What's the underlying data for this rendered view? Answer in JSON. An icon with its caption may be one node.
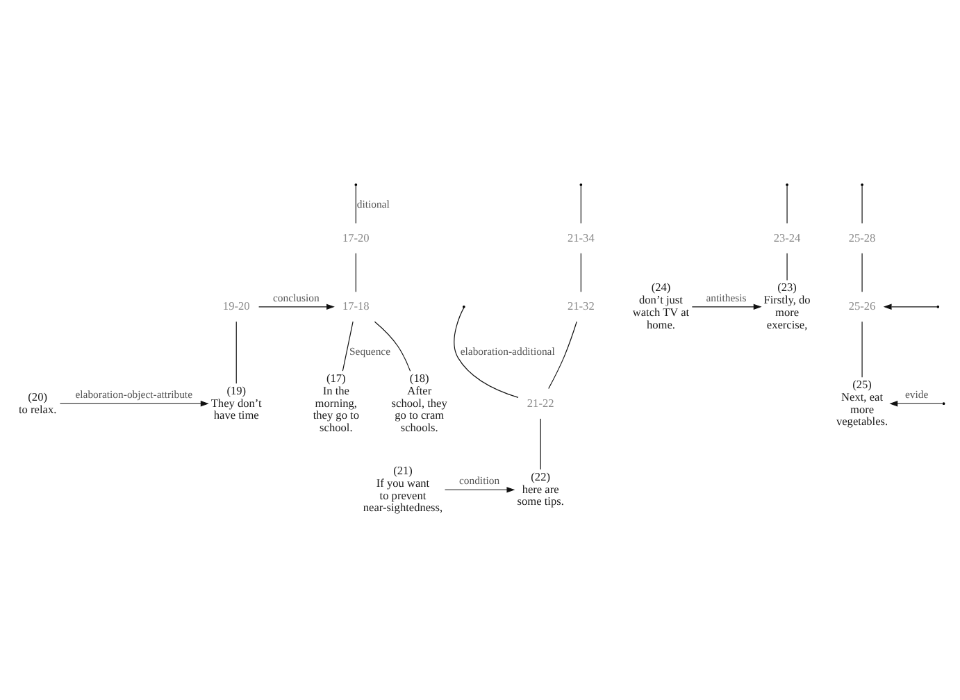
{
  "diagram": {
    "nodes": [
      {
        "text": [
          "17-20"
        ]
      },
      {
        "text": [
          "17-18"
        ]
      },
      {
        "text": [
          "19-20"
        ]
      },
      {
        "text": [
          "(17)",
          "In the morning, they go to school."
        ]
      },
      {
        "text": [
          "(18)",
          "After school, they go to cram schools."
        ]
      },
      {
        "text": [
          "(19)",
          "They don’t have time"
        ]
      },
      {
        "text": [
          "(20)",
          "to relax."
        ]
      },
      {
        "text": [
          "21-34"
        ]
      },
      {
        "text": [
          "21-32"
        ]
      },
      {
        "text": [
          "21-22"
        ]
      },
      {
        "text": [
          "(21)",
          "If you want to prevent near-sightedness,"
        ]
      },
      {
        "text": [
          "(22)",
          "here are some tips."
        ]
      },
      {
        "text": [
          "23-24"
        ]
      },
      {
        "text": [
          "(23)",
          "Firstly, do more exercise,"
        ]
      },
      {
        "text": [
          "(24)",
          "don’t just watch TV at home."
        ]
      },
      {
        "text": [
          "25-28"
        ]
      },
      {
        "text": [
          "25-26"
        ]
      },
      {
        "text": [
          "(25)",
          "Next, eat more vegetables."
        ]
      }
    ],
    "edges": [
      {
        "from": null,
        "to": 0,
        "arrow": "none",
        "label": "ditional"
      },
      {
        "from": 0,
        "to": 1,
        "arrow": "none"
      },
      {
        "from": 2,
        "to": 1,
        "arrow": "to",
        "label": "conclusion"
      },
      {
        "from": 1,
        "to": 3,
        "arrow": "none",
        "label": "Sequence"
      },
      {
        "from": 1,
        "to": 4,
        "arrow": "none"
      },
      {
        "from": 2,
        "to": 5,
        "arrow": "none"
      },
      {
        "from": 6,
        "to": 5,
        "arrow": "to",
        "label": "elaboration-object-attribute"
      },
      {
        "from": null,
        "to": 7,
        "arrow": "none"
      },
      {
        "from": 7,
        "to": 8,
        "arrow": "none"
      },
      {
        "from": 8,
        "to": 9,
        "arrow": "none"
      },
      {
        "from": null,
        "to": 9,
        "arrow": "none",
        "label": "elaboration-additional"
      },
      {
        "from": 9,
        "to": 11,
        "arrow": "none"
      },
      {
        "from": 10,
        "to": 11,
        "arrow": "to",
        "label": "condition"
      },
      {
        "from": null,
        "to": 12,
        "arrow": "none"
      },
      {
        "from": 12,
        "to": 13,
        "arrow": "none"
      },
      {
        "from": 14,
        "to": 13,
        "arrow": "to",
        "label": "antithesis"
      },
      {
        "from": null,
        "to": 15,
        "arrow": "none"
      },
      {
        "from": 15,
        "to": 16,
        "arrow": "none"
      },
      {
        "from": null,
        "to": 16,
        "arrow": "to"
      },
      {
        "from": 16,
        "to": 17,
        "arrow": "none"
      },
      {
        "from": null,
        "to": 17,
        "arrow": "to",
        "label": "evide"
      }
    ]
  }
}
